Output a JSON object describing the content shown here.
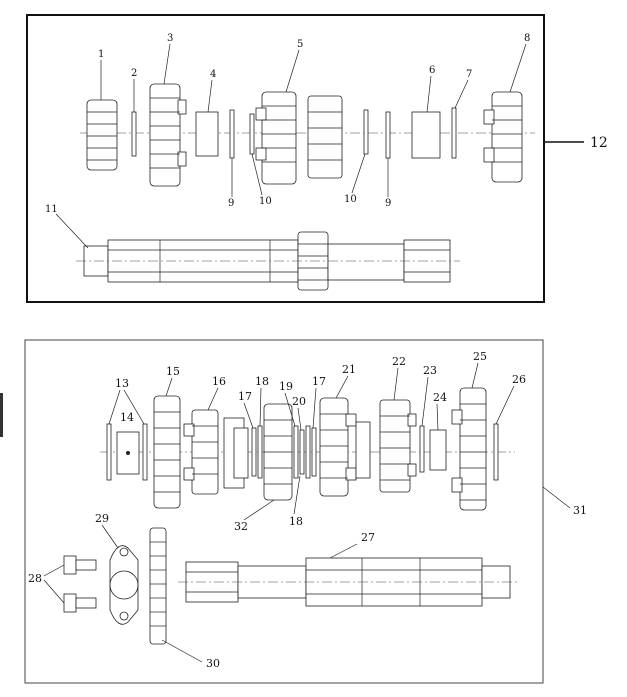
{
  "figure": {
    "assembly_labels": [
      "12",
      "31"
    ],
    "callouts": [
      "1",
      "2",
      "3",
      "4",
      "5",
      "6",
      "7",
      "8",
      "9",
      "10",
      "10",
      "9",
      "11",
      "13",
      "14",
      "15",
      "16",
      "17",
      "18",
      "19",
      "20",
      "17",
      "21",
      "22",
      "23",
      "24",
      "25",
      "26",
      "32",
      "18",
      "27",
      "28",
      "29",
      "30"
    ]
  }
}
